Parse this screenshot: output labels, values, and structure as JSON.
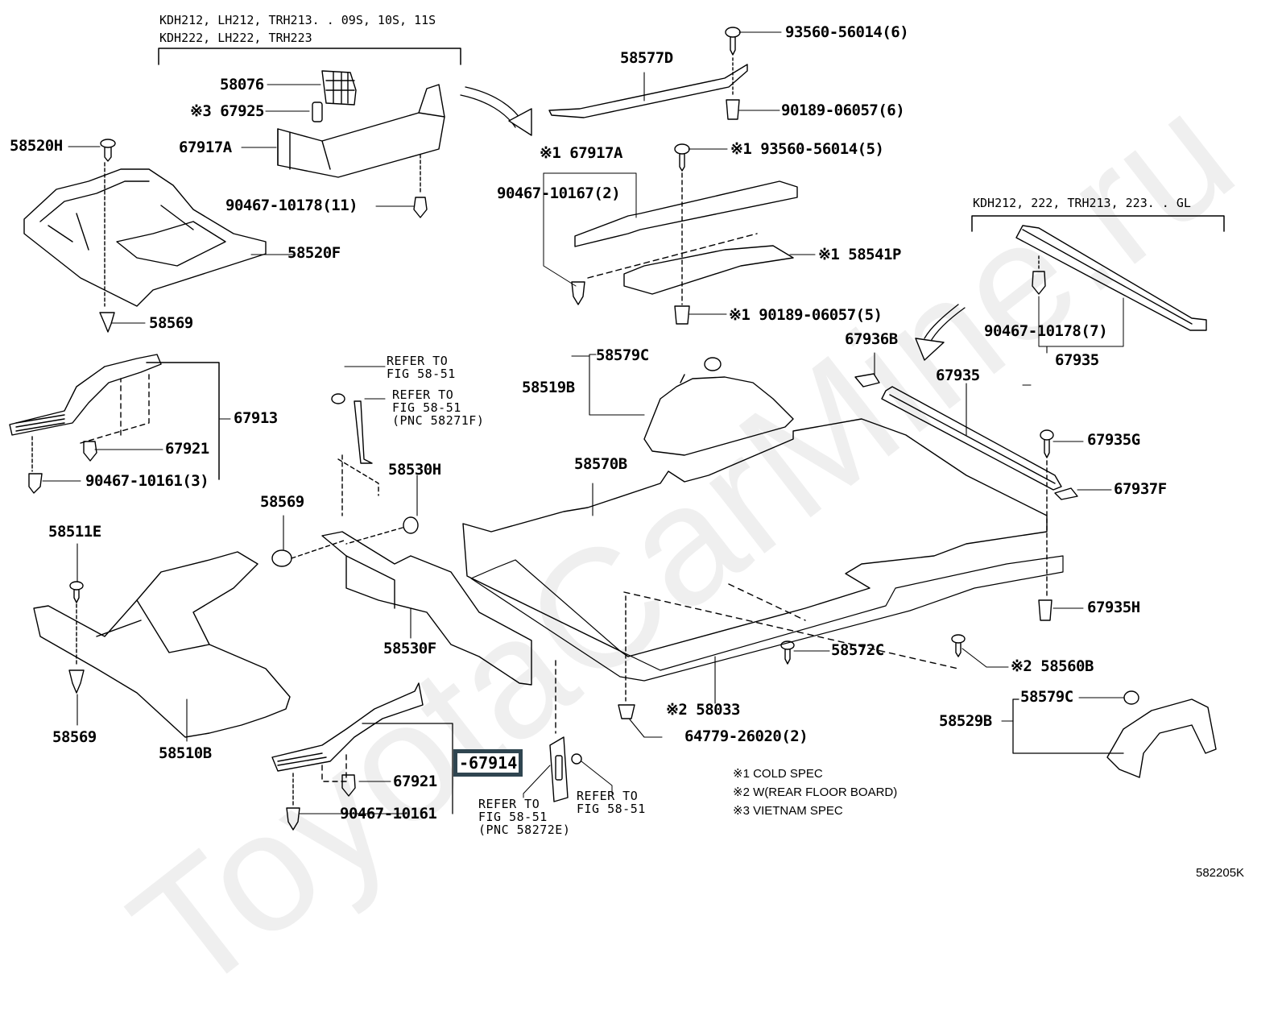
{
  "diagram": {
    "figure_id": "582205K",
    "watermark": "ToyotaCarMine.ru",
    "applicability_groups": [
      {
        "lines": [
          "KDH212, LH212, TRH213. . 09S, 10S, 11S",
          "KDH222, LH222, TRH223"
        ]
      },
      {
        "lines": [
          "KDH212, 222, TRH213, 223. . GL"
        ]
      }
    ],
    "parts": {
      "p58076": "58076",
      "p67925": "※3 67925",
      "p58520H": "58520H",
      "p67917A_top": "67917A",
      "p90467_10178_11": "90467-10178(11)",
      "p58520F": "58520F",
      "p58569_top": "58569",
      "p58577D": "58577D",
      "p93560_6": "93560-56014(6)",
      "p90189_6": "90189-06057(6)",
      "p67917A_cold": "※1 67917A",
      "p93560_5": "※1 93560-56014(5)",
      "p90467_10167_2": "90467-10167(2)",
      "p58541P": "※1 58541P",
      "p90189_5": "※1 90189-06057(5)",
      "p90467_10178_7": "90467-10178(7)",
      "p67935_gl": "67935",
      "p67913": "67913",
      "p67921_top": "67921",
      "p90467_10161_3": "90467-10161(3)",
      "p58530H": "58530H",
      "p58579C_top": "58579C",
      "p58519B": "58519B",
      "p58570B": "58570B",
      "p67936B": "67936B",
      "p67935": "67935",
      "p67935G": "67935G",
      "p67937F": "67937F",
      "p67935H": "67935H",
      "p58569_mid": "58569",
      "p58511E": "58511E",
      "p58530F": "58530F",
      "p58569_bot": "58569",
      "p58510B": "58510B",
      "p67914": "67914",
      "p67921_bot": "67921",
      "p90467_10161": "90467-10161",
      "p58572C": "58572C",
      "p58560B": "※2 58560B",
      "p58033": "※2 58033",
      "p64779": "64779-26020(2)",
      "p58579C_bot": "58579C",
      "p58529B": "58529B"
    },
    "references": {
      "ref1": "REFER TO\nFIG 58-51",
      "ref2": "REFER TO\nFIG 58-51\n(PNC 58271F)",
      "ref3": "REFER TO\nFIG 58-51\n(PNC 58272E)",
      "ref4": "REFER TO\nFIG 58-51"
    },
    "notes": [
      "※1 COLD SPEC",
      "※2 W(REAR FLOOR BOARD)",
      "※3 VIETNAM SPEC"
    ],
    "highlighted_part": "67914",
    "highlight_color": "#2f4550"
  }
}
